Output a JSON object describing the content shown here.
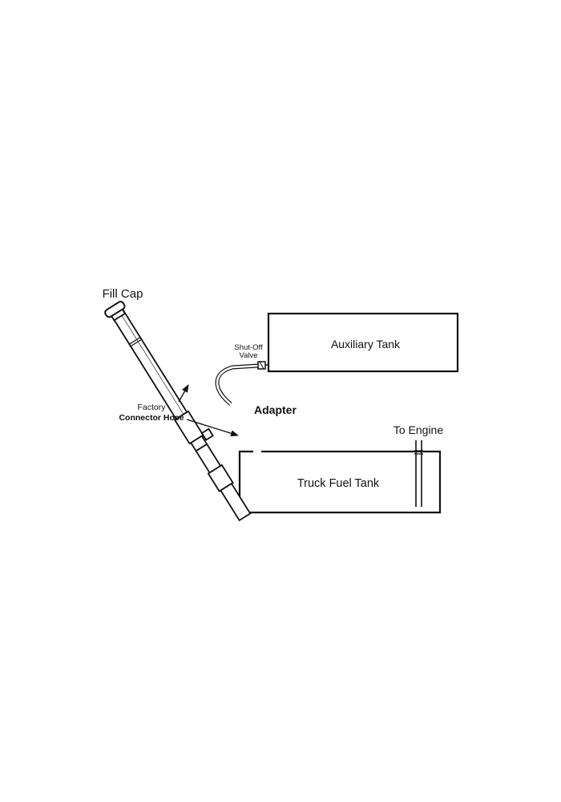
{
  "labels": {
    "fill_cap": "Fill Cap",
    "auxiliary_tank": "Auxiliary Tank",
    "shut_off_valve_line1": "Shut-Off",
    "shut_off_valve_line2": "Valve",
    "adapter": "Adapter",
    "factory": "Factory",
    "connector_hose": "Connector Hose",
    "to_engine": "To Engine",
    "truck_fuel_tank": "Truck Fuel Tank"
  }
}
